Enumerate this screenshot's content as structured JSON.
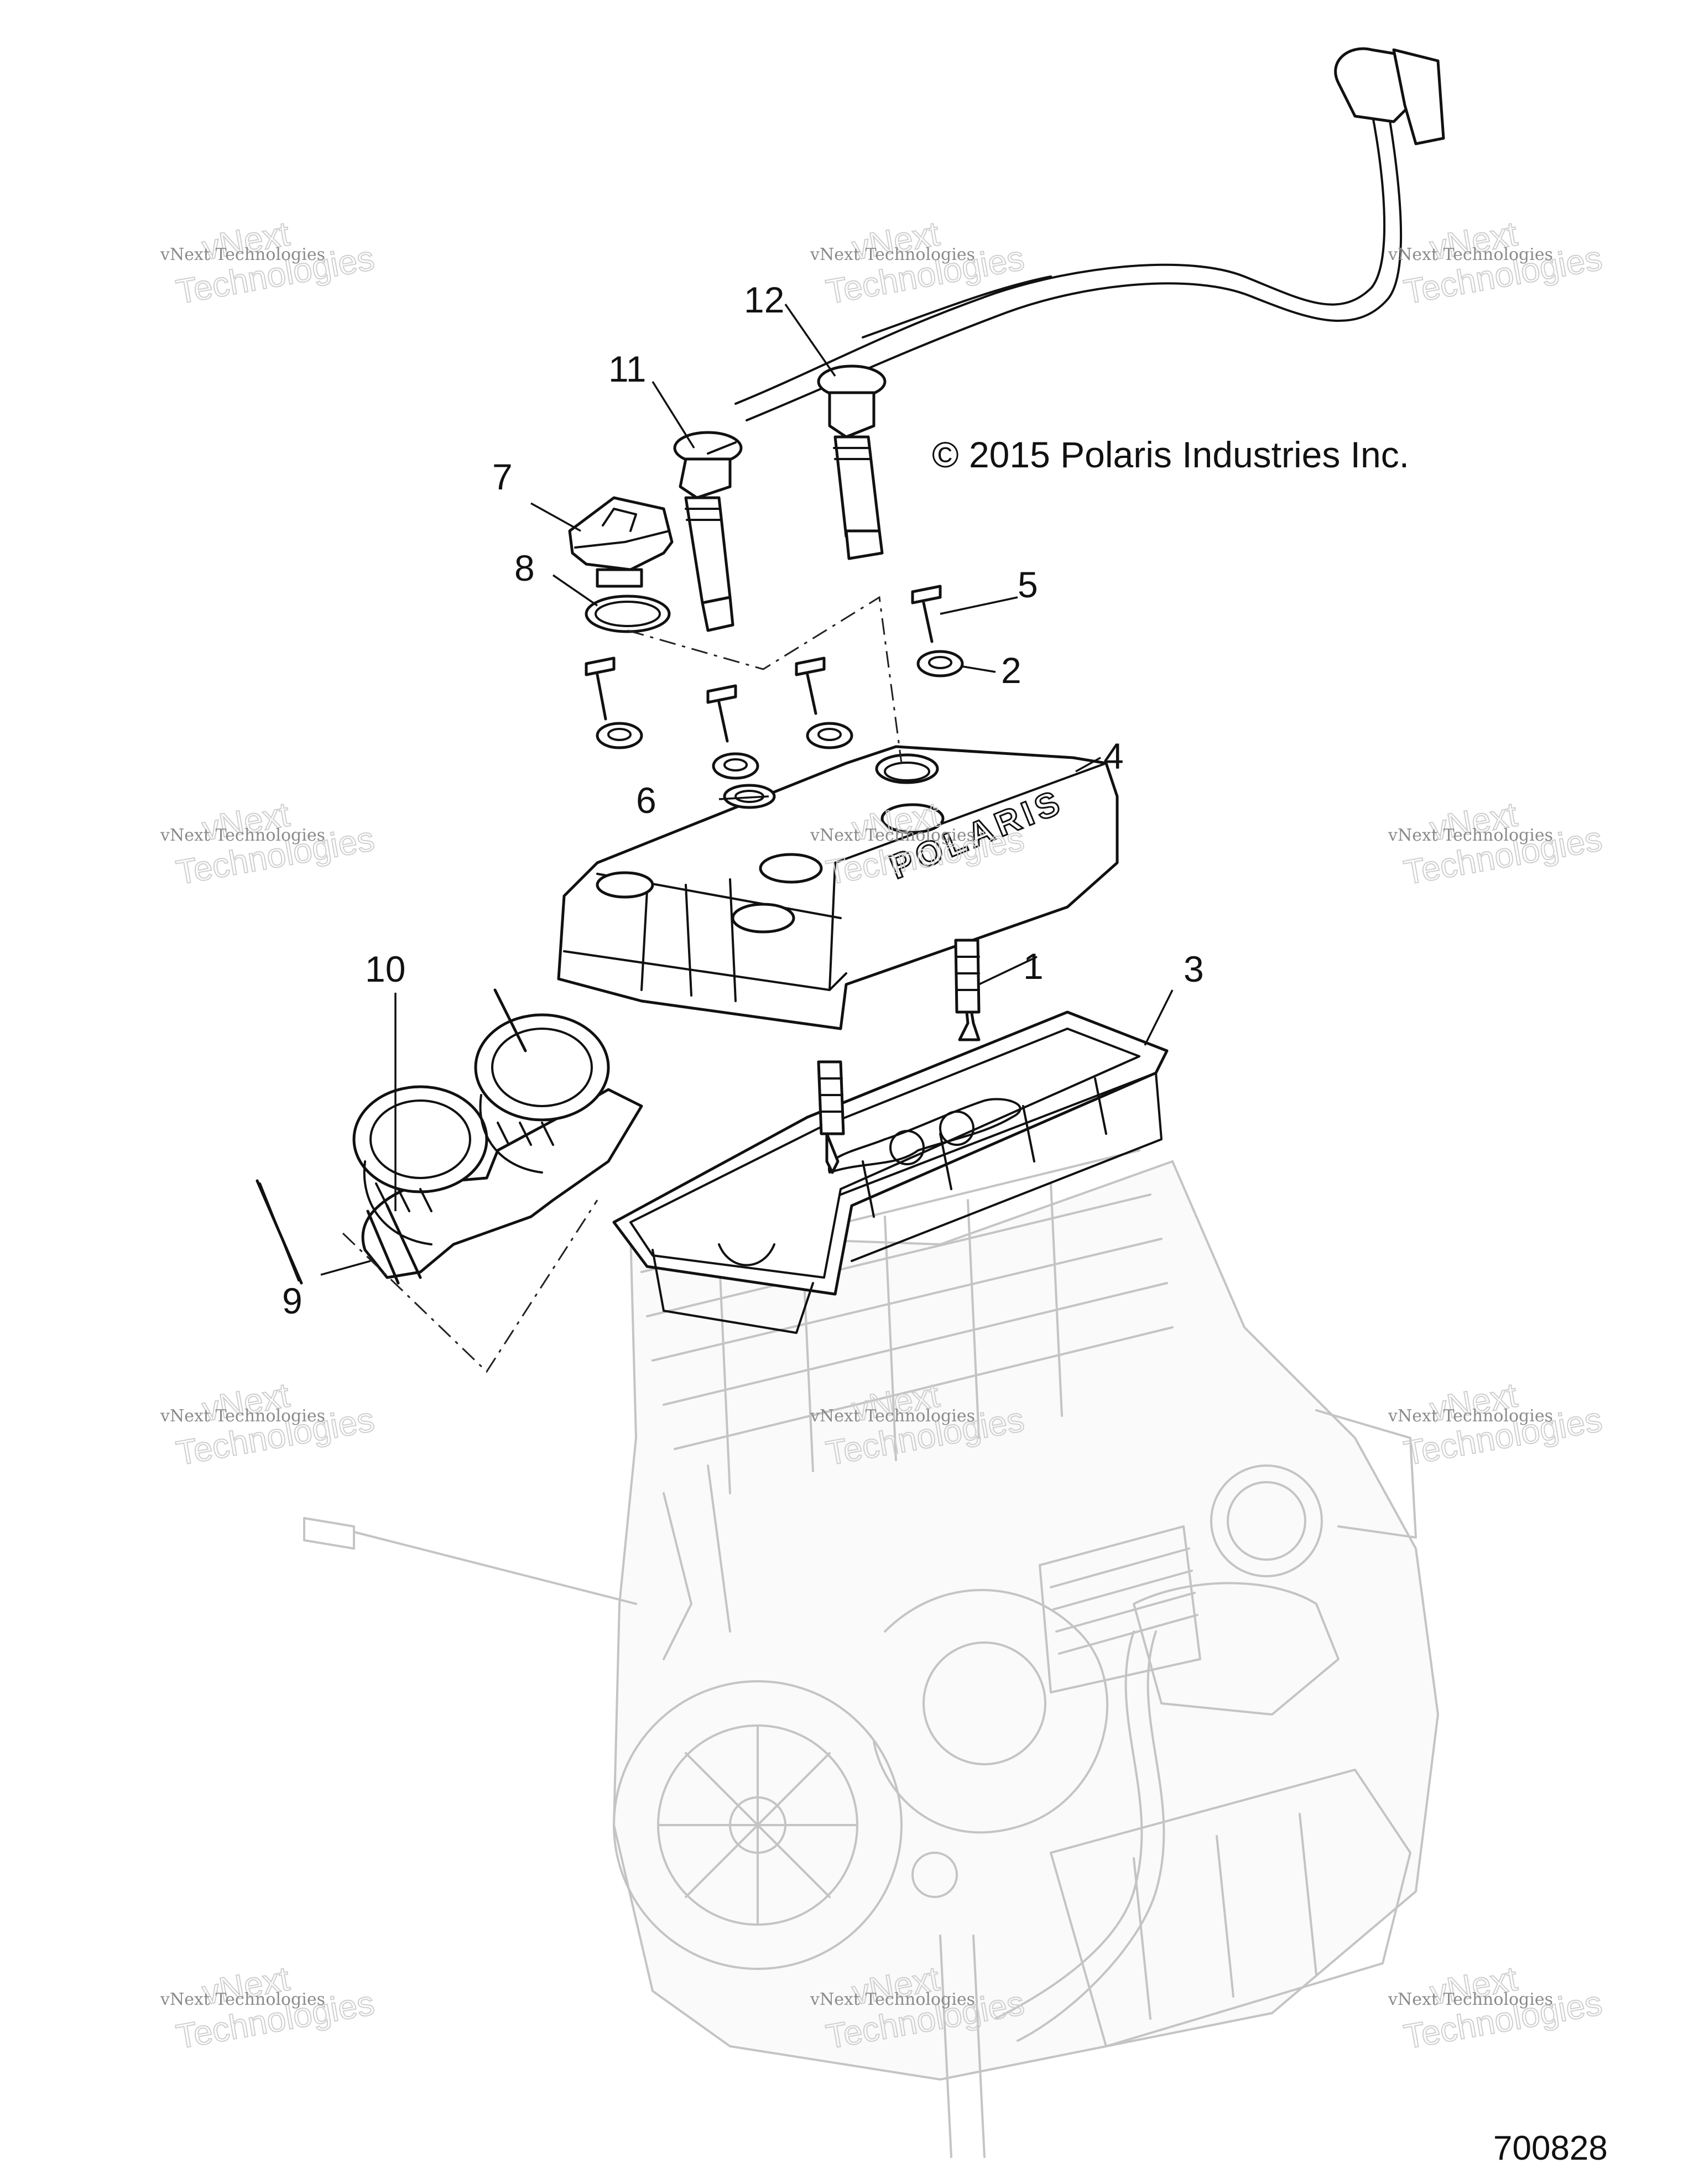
{
  "copyright": "© 2015 Polaris Industries Inc.",
  "figure_id": "700828",
  "callouts": [
    "1",
    "2",
    "3",
    "4",
    "5",
    "6",
    "7",
    "8",
    "9",
    "10",
    "11",
    "12"
  ],
  "watermark": {
    "line1": "vNext Technologies",
    "line2a": "vNext",
    "line2b": "Technologies"
  },
  "cover_lettering": "POLARIS"
}
